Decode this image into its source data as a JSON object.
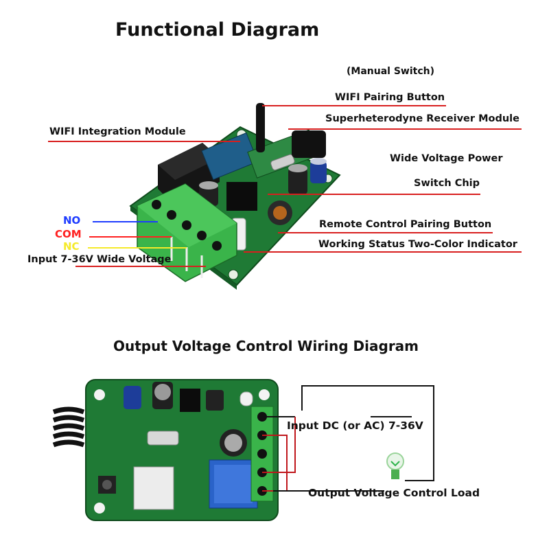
{
  "functional": {
    "title": "Functional Diagram",
    "labels": {
      "manual_switch": "(Manual Switch)",
      "wifi_pairing": "WIFI Pairing Button",
      "receiver": "Superheterodyne Receiver Module",
      "wifi_module": "WIFI Integration Module",
      "wide_power": "Wide Voltage Power",
      "switch_chip": "Switch Chip",
      "remote_pairing": "Remote Control Pairing Button",
      "status_indicator": "Working Status Two-Color Indicator",
      "input_voltage": "Input 7-36V Wide Voltage"
    },
    "terminals": [
      {
        "label": "NO",
        "color": "#1e3cff"
      },
      {
        "label": "COM",
        "color": "#ff2020"
      },
      {
        "label": "NC",
        "color": "#f5ea2a"
      }
    ]
  },
  "wiring": {
    "title": "Output Voltage Control Wiring Diagram",
    "input_label": "Input DC (or AC) 7-36V",
    "load_label": "Output Voltage Control Load"
  },
  "colors": {
    "pcb": "#1f7a35",
    "pcb_dark": "#145a25",
    "terminal_green": "#3ab44a",
    "leader_line": "#d81e1e"
  }
}
